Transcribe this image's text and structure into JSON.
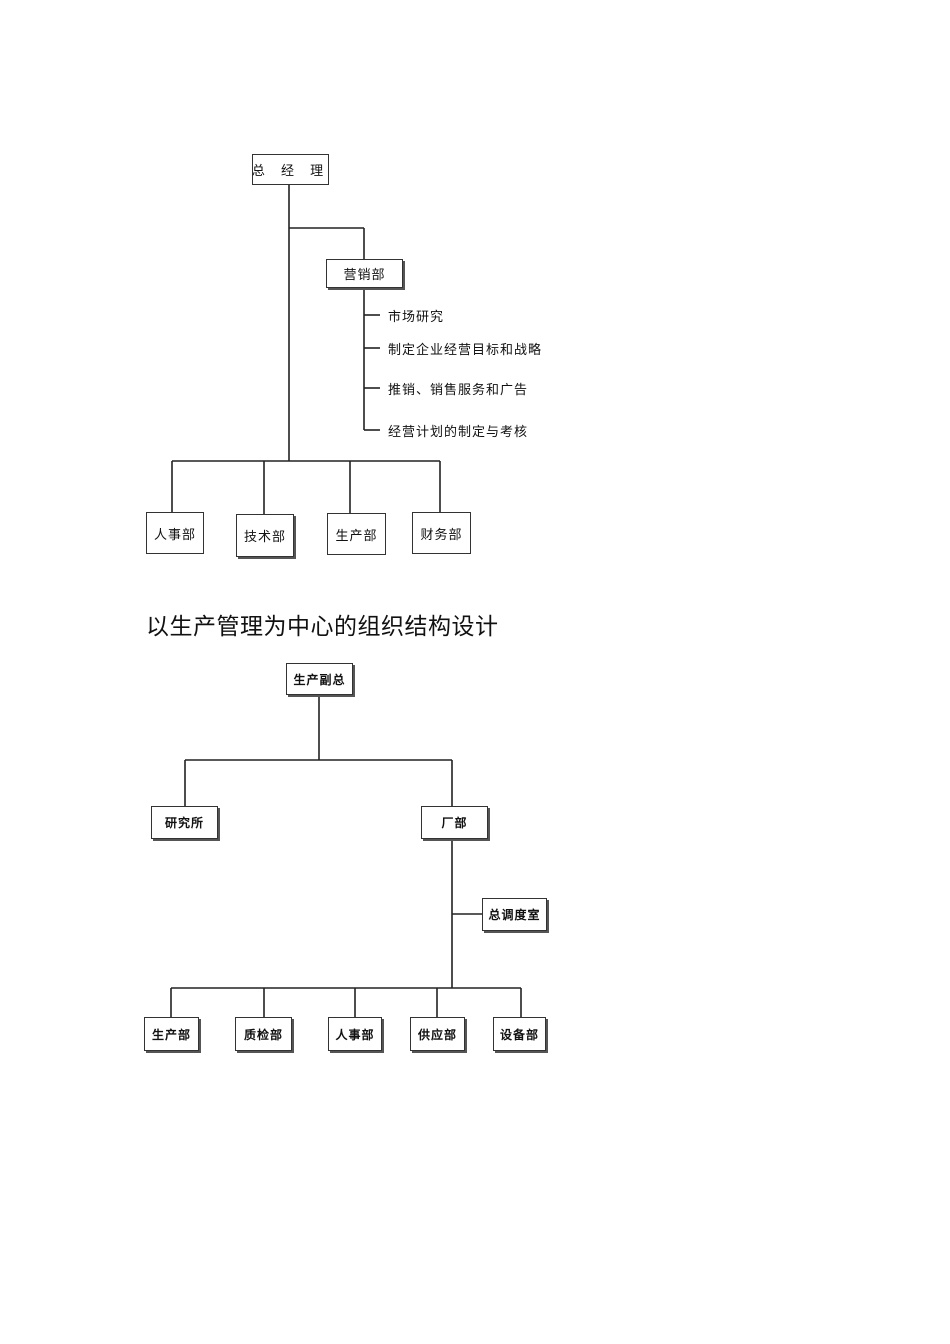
{
  "chart1": {
    "top": "总 经 理",
    "marketing": "营销部",
    "duties": [
      "市场研究",
      "制定企业经营目标和战略",
      "推销、销售服务和广告",
      "经营计划的制定与考核"
    ],
    "departments": [
      "人事部",
      "技术部",
      "生产部",
      "财务部"
    ]
  },
  "section_title": "以生产管理为中心的组织结构设计",
  "chart2": {
    "top": "生产副总",
    "research": "研究所",
    "factory": "厂部",
    "dispatch": "总调度室",
    "departments": [
      "生产部",
      "质检部",
      "人事部",
      "供应部",
      "设备部"
    ]
  }
}
